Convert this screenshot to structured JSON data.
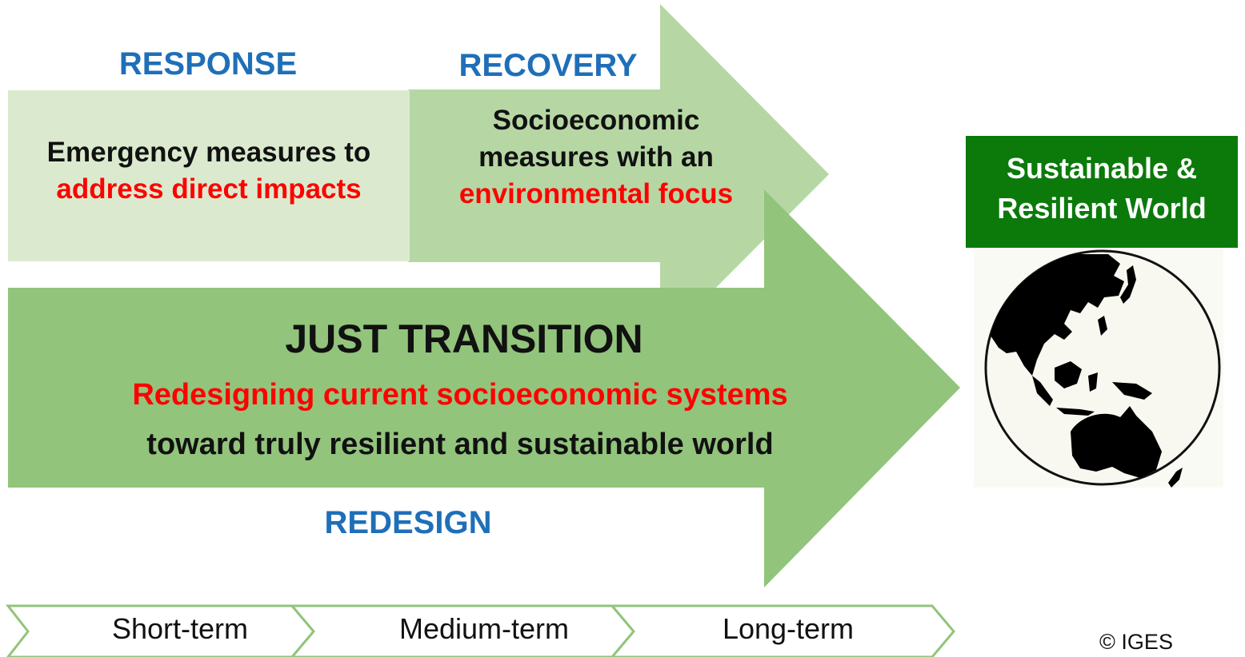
{
  "response": {
    "label": "RESPONSE",
    "line1": "Emergency measures to",
    "line2": "address direct impacts"
  },
  "recovery": {
    "label": "RECOVERY",
    "line1": "Socioeconomic",
    "line2": "measures with an",
    "line3": "environmental focus"
  },
  "redesign": {
    "title": "JUST TRANSITION",
    "line1": "Redesigning current socioeconomic systems",
    "line2": "toward truly resilient and sustainable world",
    "label": "REDESIGN"
  },
  "goal": {
    "line1": "Sustainable &",
    "line2": "Resilient World",
    "icon": "globe-icon"
  },
  "timeline": {
    "items": [
      "Short-term",
      "Medium-term",
      "Long-term"
    ]
  },
  "copyright": "© IGES",
  "colors": {
    "response_box": "#dbeace",
    "recovery_arrow": "#b6d7a4",
    "redesign_arrow": "#92c47c",
    "goal_box": "#0b7a0b",
    "label_blue": "#1f6fb8",
    "highlight_red": "#ff0000"
  }
}
